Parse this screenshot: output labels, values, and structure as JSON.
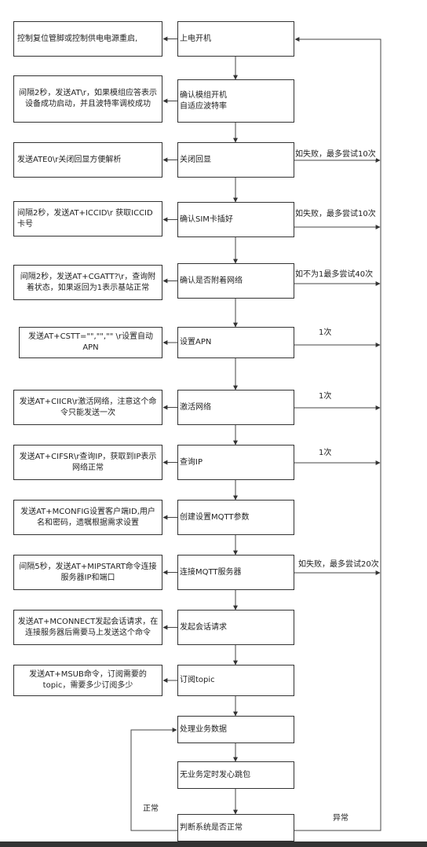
{
  "steps": [
    {
      "main": "上电开机",
      "action": "控制复位管脚或控制供电电源重启,"
    },
    {
      "main": "确认模组开机\n自适应波特率",
      "action": "间隔2秒，发送AT\\r，如果模组应答表示设备成功启动，并且波特率调校成功"
    },
    {
      "main": "关闭回显",
      "action": "发送ATE0\\r关闭回显方便解析",
      "side": "如失败，最多尝试10次"
    },
    {
      "main": "确认SIM卡插好",
      "action": "间隔2秒，发送AT+ICCID\\r 获取ICCID卡号",
      "side": "如失败，最多尝试10次"
    },
    {
      "main": "确认是否附着网络",
      "action": "间隔2秒，发送AT+CGATT?\\r，查询附着状态，如果返回为1表示基站正常",
      "side": "如不为1最多尝试40次"
    },
    {
      "main": "设置APN",
      "action": "发送AT+CSTT=\"\",\"\",\"\" \\r设置自动APN",
      "side": "1次"
    },
    {
      "main": "激活网络",
      "action": "发送AT+CIICR\\r激活网络，注意这个命令只能发送一次",
      "side": "1次"
    },
    {
      "main": "查询IP",
      "action": "发送AT+CIFSR\\r查询IP，获取到IP表示网络正常",
      "side": "1次"
    },
    {
      "main": "创建设置MQTT参数",
      "action": "发送AT+MCONFIG设置客户端ID,用户名和密码，遗嘱根据需求设置"
    },
    {
      "main": "连接MQTT服务器",
      "action": "间隔5秒，发送AT+MIPSTART命令连接服务器IP和端口",
      "side": "如失败，最多尝试20次"
    },
    {
      "main": "发起会话请求",
      "action": "发送AT+MCONNECT发起会话请求，在连接服务器后需要马上发送这个命令"
    },
    {
      "main": "订阅topic",
      "action": "发送AT+MSUB命令，订阅需要的topic，需要多少订阅多少"
    },
    {
      "main": "处理业务数据"
    },
    {
      "main": "无业务定时发心跳包"
    },
    {
      "main": "判断系统是否正常"
    }
  ],
  "labels": {
    "normal": "正常",
    "abnormal": "异常"
  }
}
